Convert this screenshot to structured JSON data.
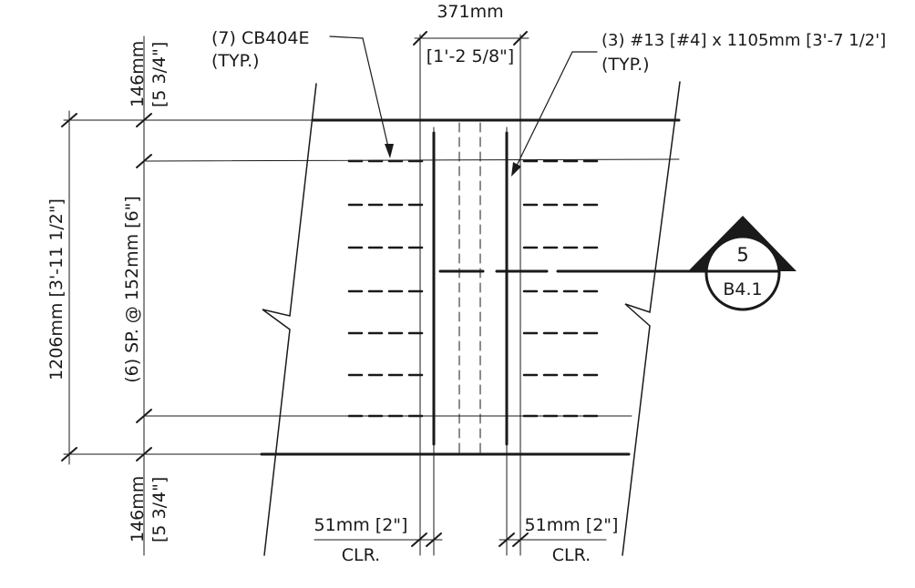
{
  "labels": {
    "cb_tie": "(7) CB404E",
    "cb_tie_typ": "(TYP.)",
    "gap_mm": "371mm",
    "gap_imp": "[1'-2 5/8\"]",
    "bars": "(3) #13 [#4] x 1105mm [3'-7 1/2']",
    "bars_typ": "(TYP.)",
    "top_mm": "146mm",
    "top_imp": "[5 3/4\"]",
    "bottom_mm": "146mm",
    "bottom_imp": "[5 3/4\"]",
    "overall": "1206mm [3'-11 1/2\"]",
    "spacing": "(6) SP. @ 152mm [6\"]",
    "clr_left": "51mm [2\"]",
    "clr_left_sub": "CLR.",
    "clr_right": "51mm [2\"]",
    "clr_right_sub": "CLR."
  },
  "detail_marker": {
    "number": "5",
    "sheet": "B4.1"
  },
  "colors": {
    "ink": "#1a1a1a",
    "paper": "#ffffff"
  }
}
